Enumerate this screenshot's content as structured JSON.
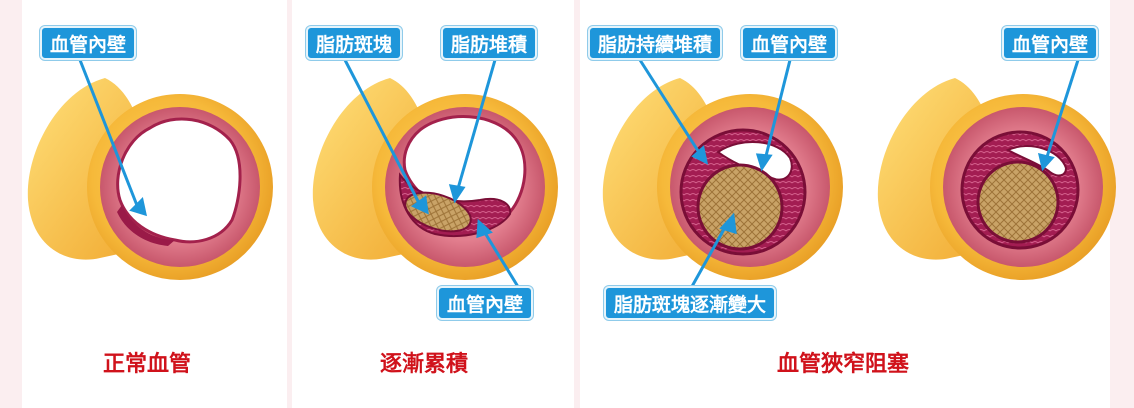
{
  "labels": {
    "p1_inner_wall": "血管內壁",
    "p2_plaque": "脂肪斑塊",
    "p2_fat_buildup": "脂肪堆積",
    "p2_inner_wall": "血管內壁",
    "p3_continued_buildup": "脂肪持續堆積",
    "p3_inner_wall": "血管內壁",
    "p3_plaque_growing": "脂肪斑塊逐漸變大",
    "p4_inner_wall": "血管內壁"
  },
  "captions": {
    "normal": "正常血管",
    "gradual": "逐漸累積",
    "narrowing": "血管狹窄阻塞"
  },
  "colors": {
    "tube_outer": "#f6b93a",
    "tube_inner": "#c9576a",
    "plaque_wall": "#9a1a48",
    "plaque_core": "#c7a063",
    "label_bg": "#1e96da",
    "caption": "#d0121b"
  }
}
